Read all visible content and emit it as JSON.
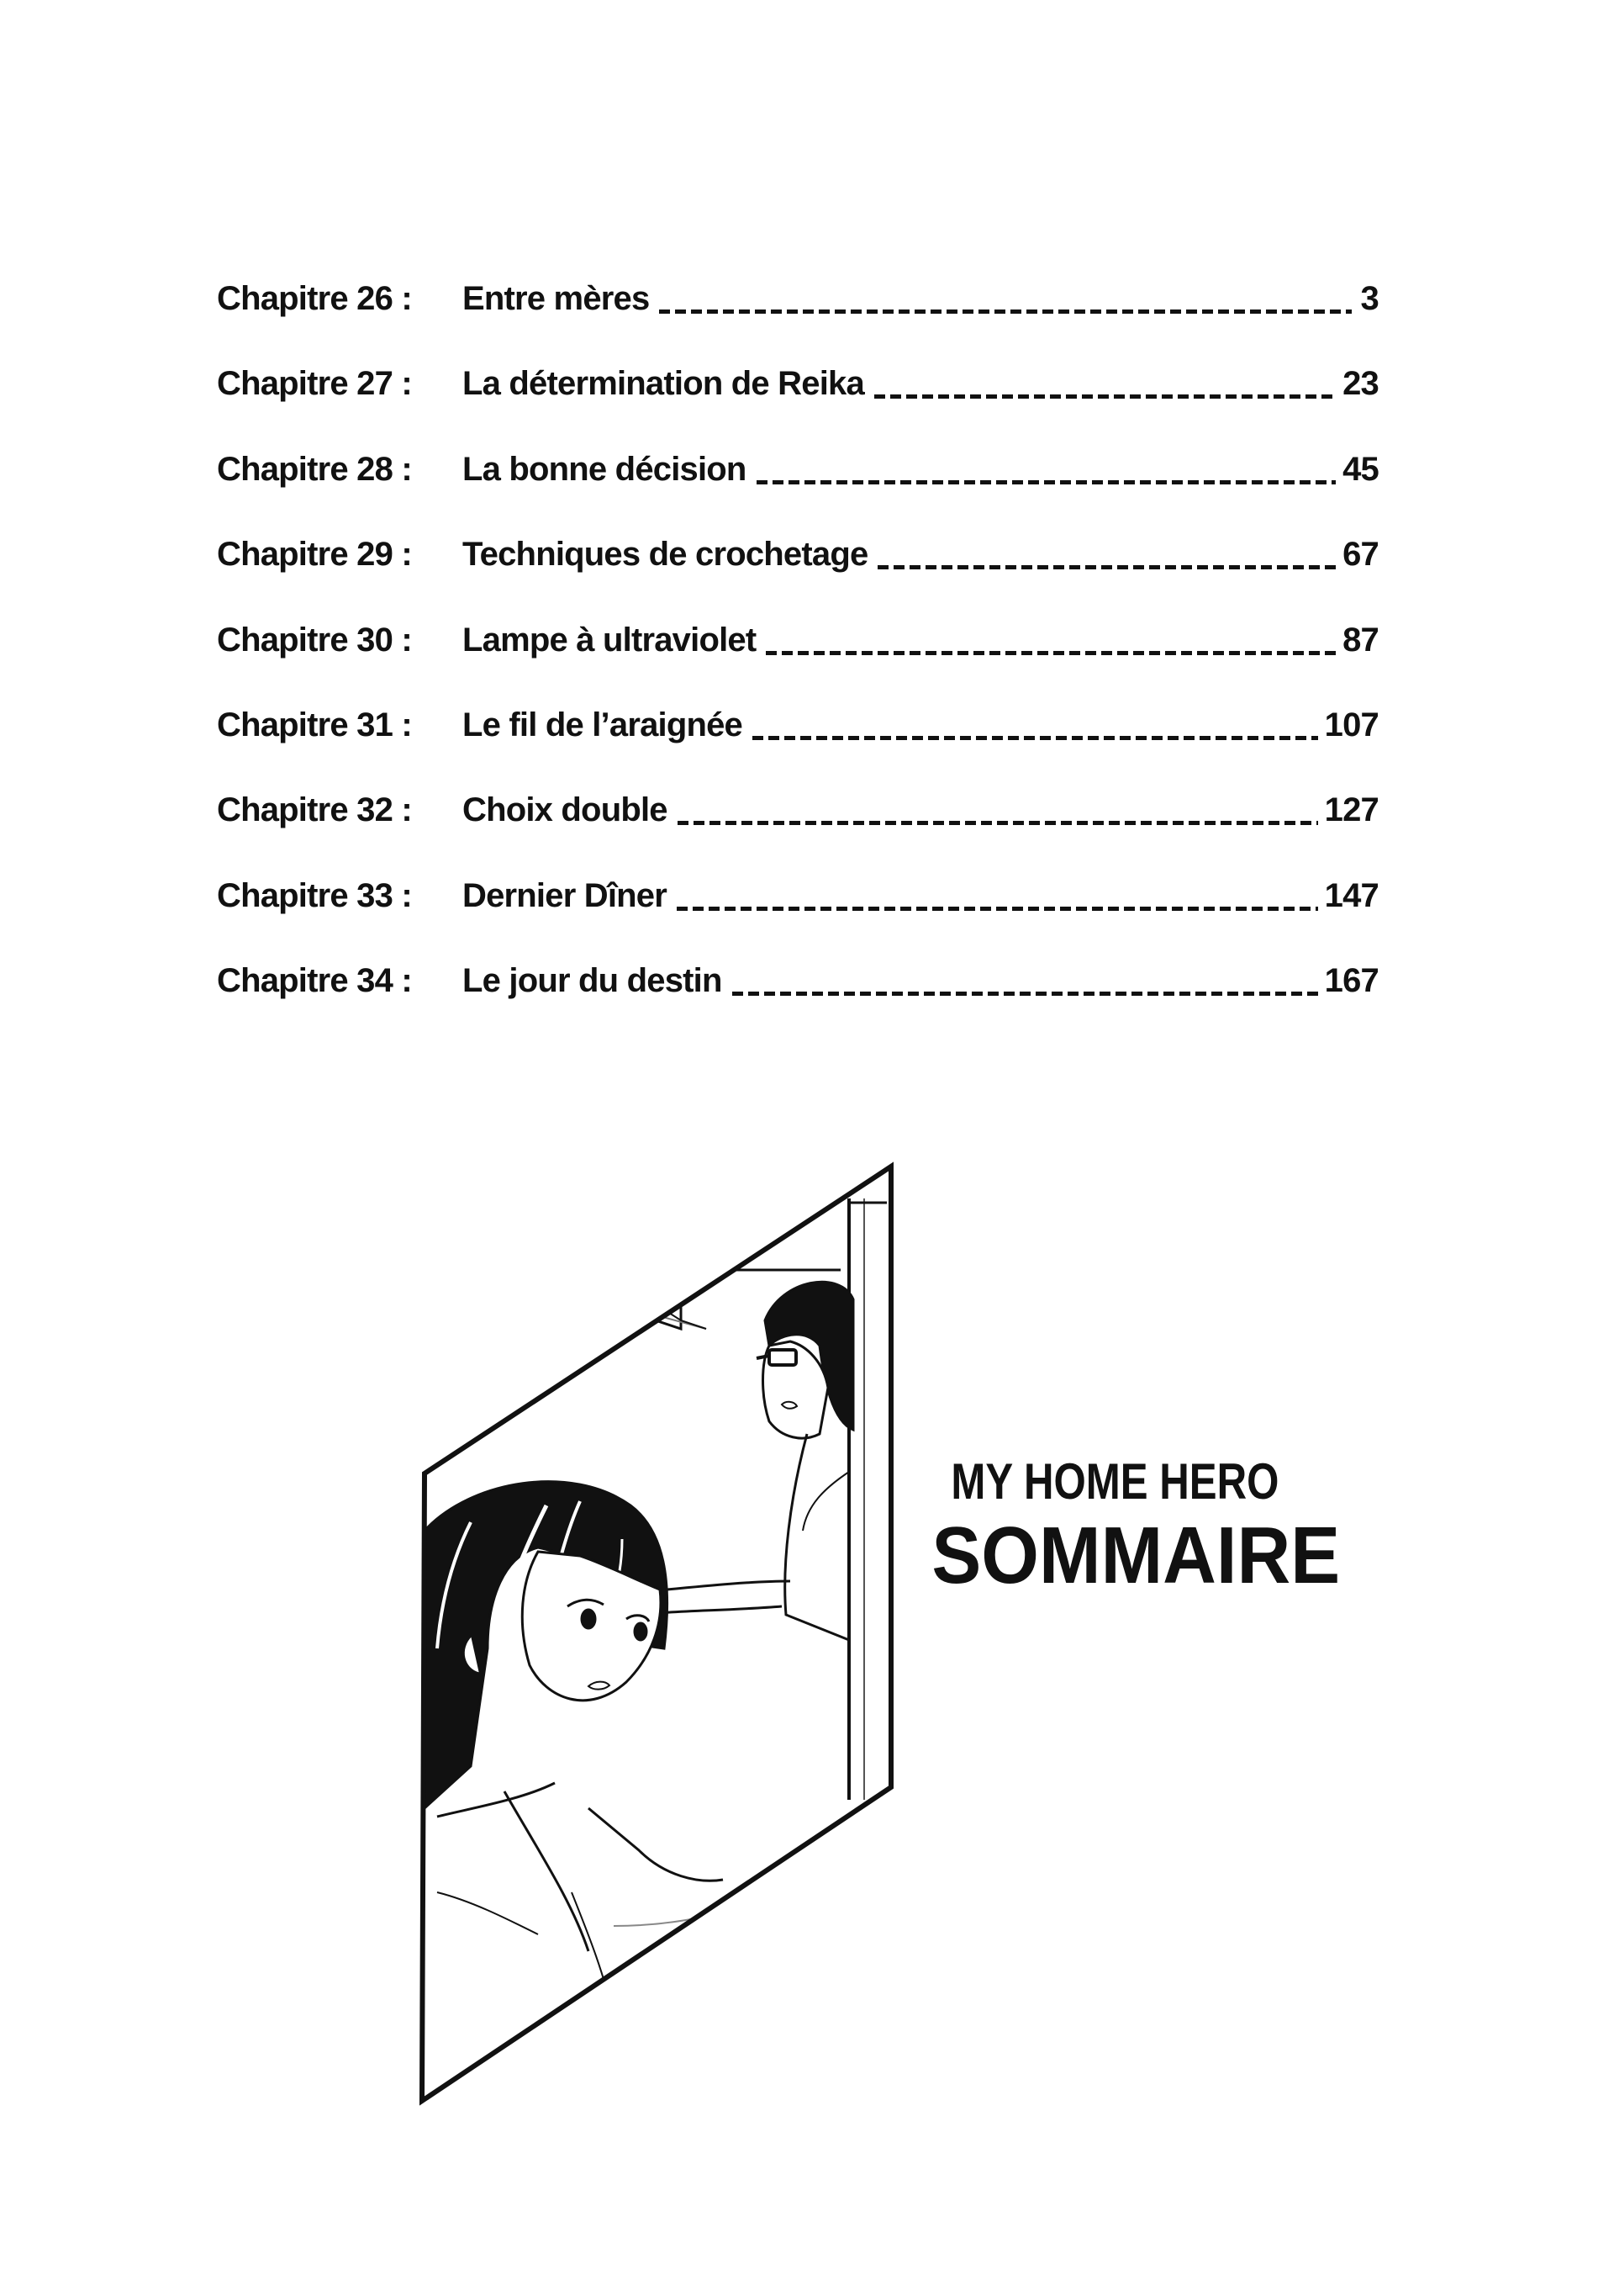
{
  "toc": {
    "entries": [
      {
        "chapter": "Chapitre 26 :",
        "title": "Entre mères",
        "page": "3"
      },
      {
        "chapter": "Chapitre 27 :",
        "title": "La détermination de Reika",
        "page": "23"
      },
      {
        "chapter": "Chapitre 28 :",
        "title": "La bonne décision",
        "page": "45"
      },
      {
        "chapter": "Chapitre 29 :",
        "title": "Techniques de crochetage",
        "page": "67"
      },
      {
        "chapter": "Chapitre 30 :",
        "title": "Lampe à ultraviolet",
        "page": "87"
      },
      {
        "chapter": "Chapitre 31 :",
        "title": "Le fil de l’araignée",
        "page": "107"
      },
      {
        "chapter": "Chapitre 32 :",
        "title": "Choix double",
        "page": "127"
      },
      {
        "chapter": "Chapitre 33 :",
        "title": "Dernier Dîner",
        "page": "147"
      },
      {
        "chapter": "Chapitre 34 :",
        "title": "Le jour du destin",
        "page": "167"
      }
    ]
  },
  "heading": {
    "series": "MY HOME HERO",
    "section": "SOMMAIRE"
  },
  "illustration": {
    "description": "Manga panel: girl with bangs in foreground, woman with glasses behind a doorway",
    "border_color": "#111111"
  }
}
